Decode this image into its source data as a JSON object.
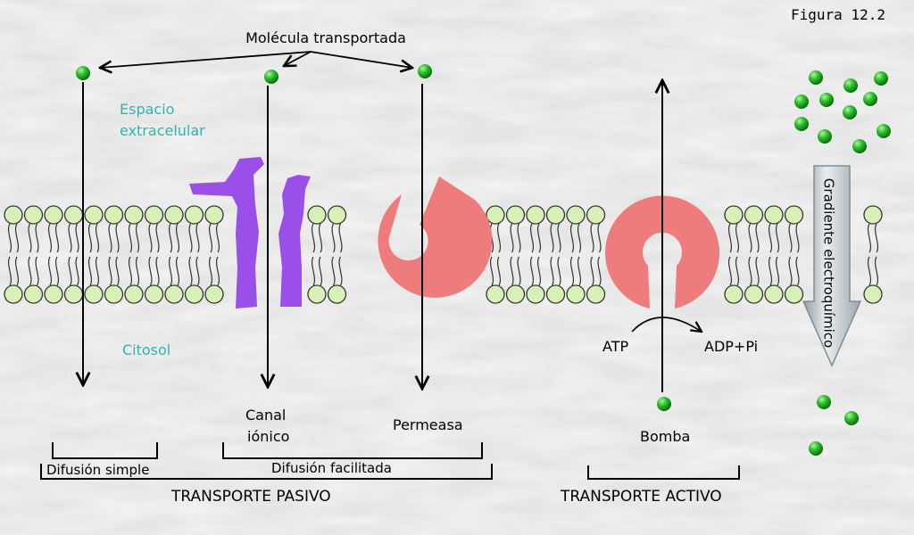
{
  "figure_label": "Figura 12.2",
  "molecule_label": "Molécula transportada",
  "regions": {
    "extracellular": [
      "Espacio",
      "extracelular"
    ],
    "cytosol": "Citosol"
  },
  "proteins": {
    "channel": [
      "Canal",
      "iónico"
    ],
    "permease": "Permeasa",
    "pump": "Bomba"
  },
  "energy": {
    "atp": "ATP",
    "adp": "ADP+Pi"
  },
  "gradient_label": "Gradiente electroquímico",
  "categories": {
    "simple": "Difusión simple",
    "facilitated": "Difusión facilitada",
    "passive": "TRANSPORTE PASIVO",
    "active": "TRANSPORTE ACTIVO"
  },
  "colors": {
    "lipid_head": "#d6f0b8",
    "lipid_outline": "#333333",
    "channel": "#9a4fe8",
    "carrier": "#ee7c7c",
    "molecule": "#1aa81a",
    "label_cyan": "#2ab5b0",
    "gradient_arrow": "#b8c4c8"
  }
}
